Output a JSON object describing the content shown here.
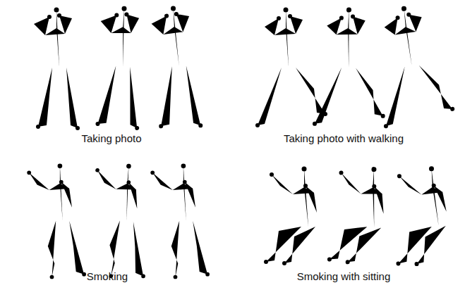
{
  "diagram": {
    "labels": [
      "Taking photo",
      "Taking photo with walking",
      "Smoking",
      "Smoking with sitting"
    ]
  }
}
